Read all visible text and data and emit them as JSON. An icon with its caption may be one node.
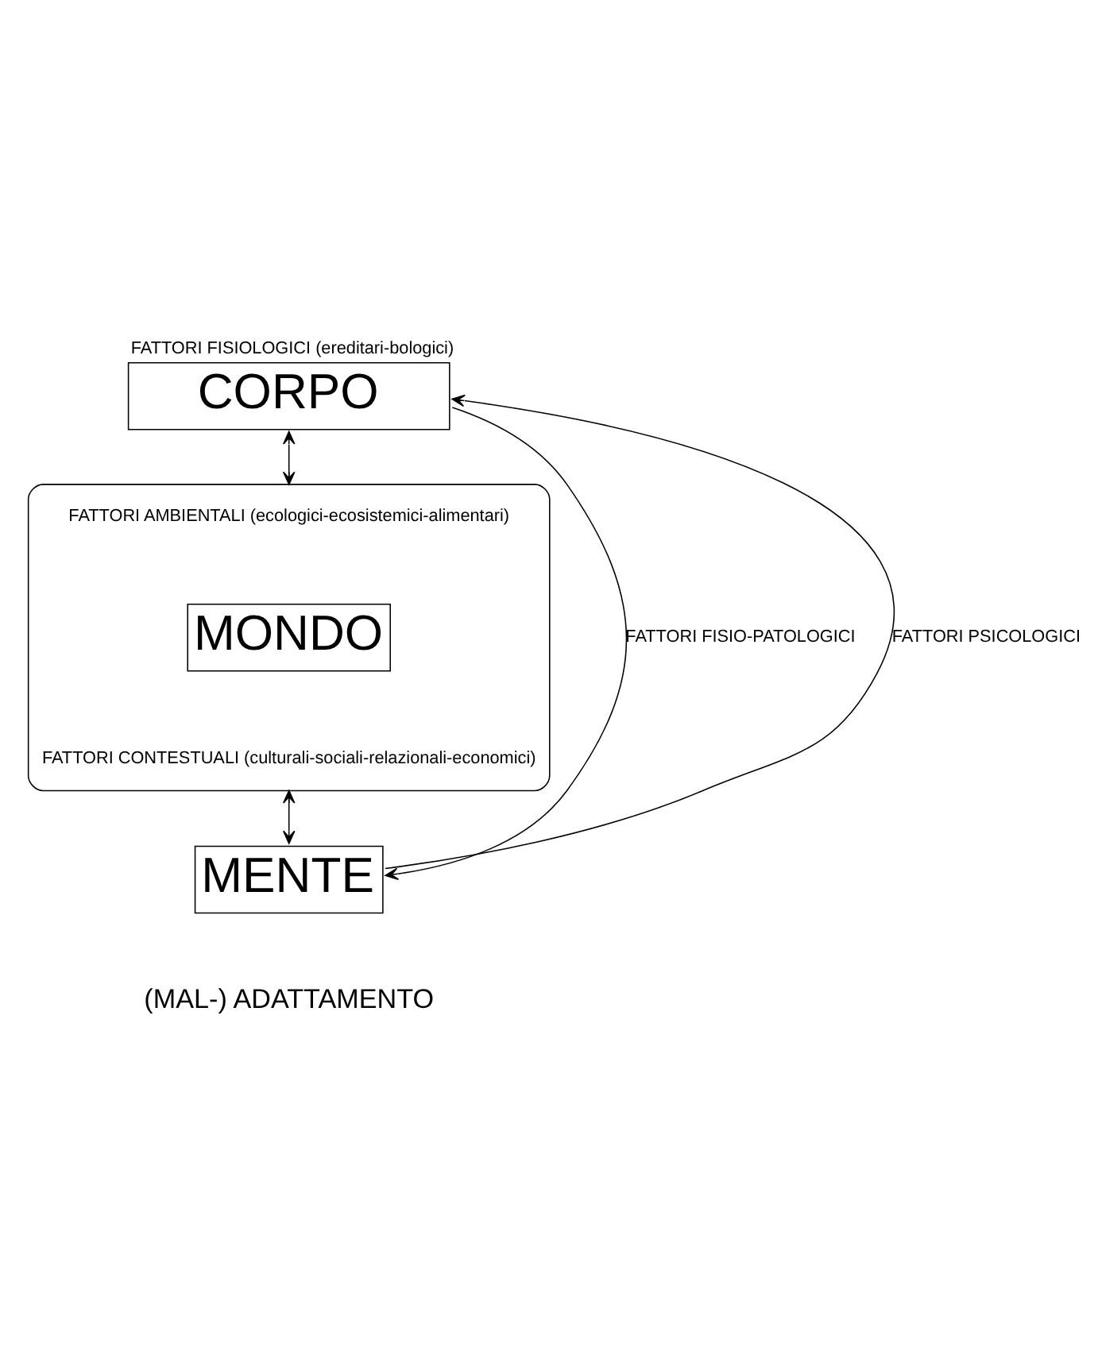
{
  "diagram": {
    "nodes": [
      {
        "text": [
          "FATTORI FISIOLOGICI (ereditari-bologici)",
          "CORPO"
        ]
      },
      {
        "text": [
          "FATTORI AMBIENTALI (ecologici-ecosistemici-alimentari)",
          "FATTORI CONTESTUALI (culturali-sociali-relazionali-economici)"
        ]
      },
      {
        "text": [
          "MONDO"
        ],
        "in": 1
      },
      {
        "text": [
          "MENTE"
        ],
        "beside": [
          "(MAL-) ADATTAMENTO"
        ]
      }
    ],
    "edges": [
      {
        "from": 0,
        "to": 1,
        "arrow": "both"
      },
      {
        "from": 1,
        "to": 3,
        "arrow": "both"
      },
      {
        "from": 3,
        "to": 0,
        "arrow": "to",
        "label": "FATTORI PSICOLOGICI"
      },
      {
        "from": 0,
        "to": 3,
        "arrow": "to",
        "label": "FATTORI FISIO-PATOLOGICI"
      }
    ]
  }
}
